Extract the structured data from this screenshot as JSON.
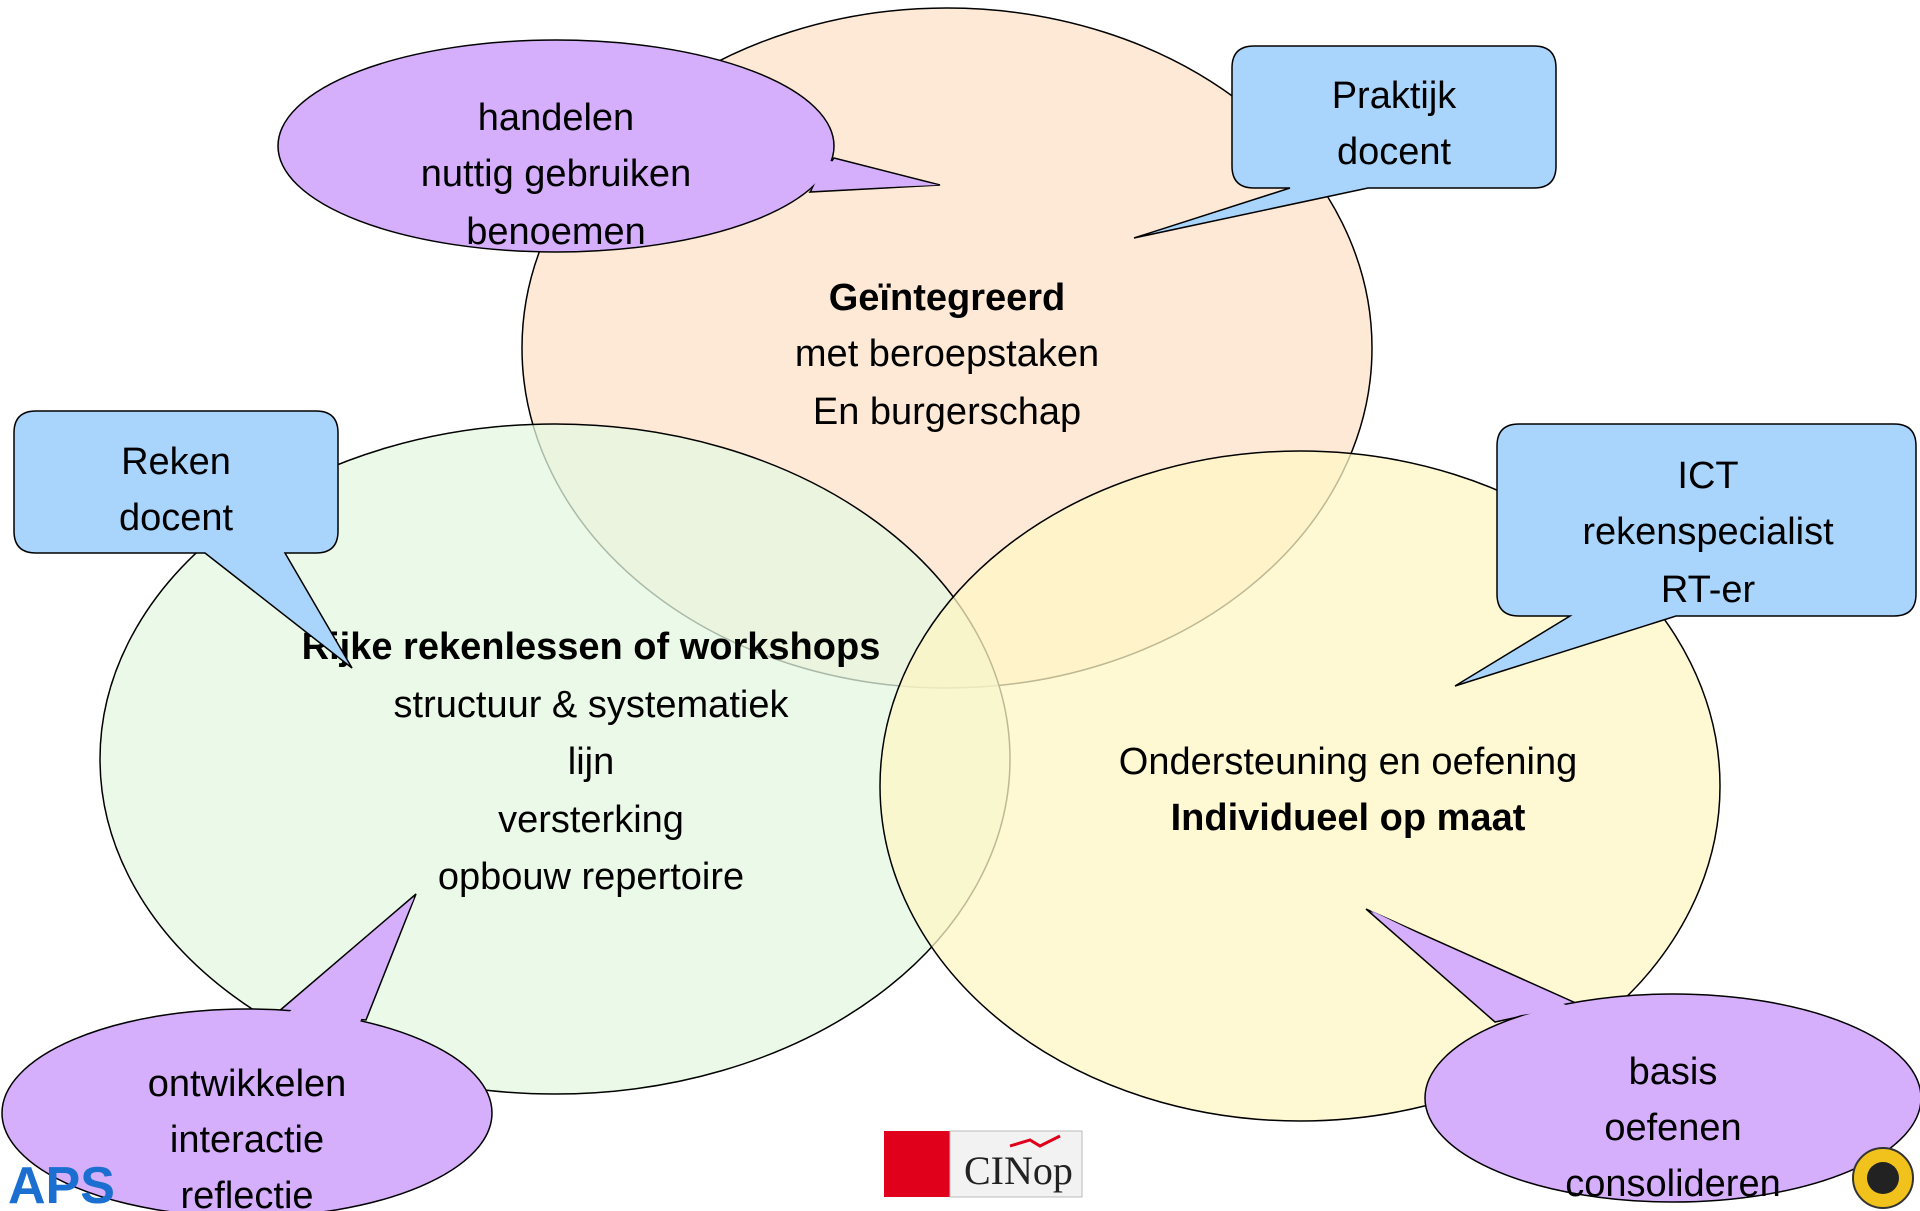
{
  "circles": {
    "top": {
      "title": "Geïntegreerd",
      "lines": [
        "met beroepstaken",
        "En burgerschap"
      ],
      "fill": "#fde2c8"
    },
    "left": {
      "title": "Rijke rekenlessen of workshops",
      "lines": [
        "structuur & systematiek",
        "lijn",
        "versterking",
        "opbouw repertoire"
      ],
      "fill": "#e4f7e0"
    },
    "right": {
      "lines": [
        "Ondersteuning en oefening"
      ],
      "title": "Individueel op maat",
      "fill": "#fdf6c4"
    }
  },
  "callouts_role": {
    "top": [
      "Praktijk",
      "docent"
    ],
    "left": [
      "Reken",
      "docent"
    ],
    "right": [
      "ICT",
      "rekenspecialist",
      "RT-er"
    ],
    "fill": "#a9d4fb"
  },
  "callouts_activity": {
    "top": [
      "handelen",
      "nuttig gebruiken",
      "benoemen"
    ],
    "left": [
      "ontwikkelen",
      "interactie",
      "reflectie"
    ],
    "right": [
      "basis",
      "oefenen",
      "consolideren"
    ],
    "fill": "#d5aefc"
  },
  "logos": {
    "left": "APS",
    "center": "CINop"
  }
}
